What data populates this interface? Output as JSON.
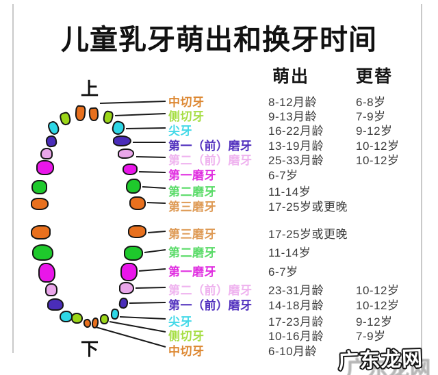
{
  "title": "儿童乳牙萌出和换牙时间",
  "jaw_labels": {
    "upper": "上",
    "lower": "下"
  },
  "columns": {
    "eruption": "萌出",
    "replacement": "更替"
  },
  "tooth_colors": {
    "central-incisor": "#E8701E",
    "lateral-incisor": "#9BD619",
    "canine": "#2ED7E6",
    "first-premolar": "#4A2DB9",
    "second-premolar": "#E9A6E9",
    "first-molar": "#E916E9",
    "second-molar": "#1EC92C",
    "third-molar": "#E8701E"
  },
  "rows": [
    {
      "label": "中切牙",
      "color": "#DD8833",
      "eruption": "8-12月龄",
      "replacement": "6-8岁"
    },
    {
      "label": "侧切牙",
      "color": "#A6DE44",
      "eruption": "9-13月龄",
      "replacement": "7-9岁"
    },
    {
      "label": "尖牙",
      "color": "#45D9E8",
      "eruption": "16-22月龄",
      "replacement": "9-12岁"
    },
    {
      "label": "第一（前）磨牙",
      "color": "#5231BE",
      "eruption": "13-19月龄",
      "replacement": "10-12岁"
    },
    {
      "label": "第二（前）磨牙",
      "color": "#EFB3EF",
      "eruption": "25-33月龄",
      "replacement": "10-12岁"
    },
    {
      "label": "第一磨牙",
      "color": "#E02EE0",
      "eruption": "6-7岁",
      "replacement": ""
    },
    {
      "label": "第二磨牙",
      "color": "#5ADB68",
      "eruption": "11-14岁",
      "replacement": ""
    },
    {
      "label": "第三磨牙",
      "color": "#DE9A55",
      "eruption": "17-25岁或更晚",
      "replacement": ""
    },
    {
      "label": "第三磨牙",
      "color": "#DE9A55",
      "eruption": "17-25岁或更晚",
      "replacement": ""
    },
    {
      "label": "第二磨牙",
      "color": "#5ADB68",
      "eruption": "11-14岁",
      "replacement": ""
    },
    {
      "label": "第一磨牙",
      "color": "#E02EE0",
      "eruption": "6-7岁",
      "replacement": ""
    },
    {
      "label": "第二（前）磨牙",
      "color": "#EFB3EF",
      "eruption": "23-31月龄",
      "replacement": "10-12岁"
    },
    {
      "label": "第一（前）磨牙",
      "color": "#5231BE",
      "eruption": "14-18月龄",
      "replacement": "10-12岁"
    },
    {
      "label": "尖牙",
      "color": "#45D9E8",
      "eruption": "17-23月龄",
      "replacement": "9-12岁"
    },
    {
      "label": "侧切牙",
      "color": "#A6DE44",
      "eruption": "10-16月龄",
      "replacement": "7-9岁"
    },
    {
      "label": "中切牙",
      "color": "#DD8833",
      "eruption": "6-10月龄",
      "replacement": ""
    }
  ],
  "watermark": "广东龙网"
}
